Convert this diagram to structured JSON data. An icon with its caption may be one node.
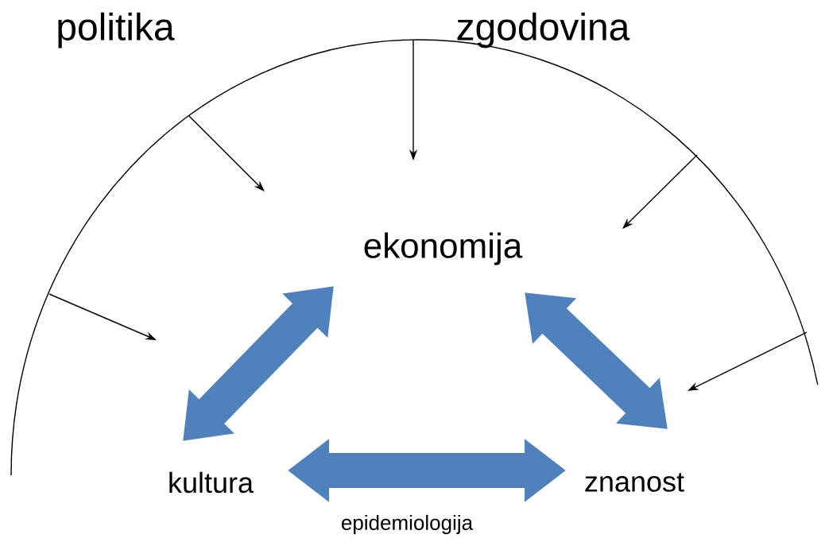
{
  "diagram": {
    "nodes": [
      {
        "text": [
          "ekonomija"
        ]
      },
      {
        "text": [
          "kultura"
        ]
      },
      {
        "text": [
          "znanost"
        ]
      }
    ],
    "edges": [
      {
        "from": 0,
        "to": 1,
        "arrow": "both"
      },
      {
        "from": 0,
        "to": 2,
        "arrow": "both"
      },
      {
        "from": 1,
        "to": 2,
        "arrow": "both",
        "label": "epidemiologija"
      }
    ],
    "labels": [
      "politika",
      "zgodovina"
    ]
  }
}
